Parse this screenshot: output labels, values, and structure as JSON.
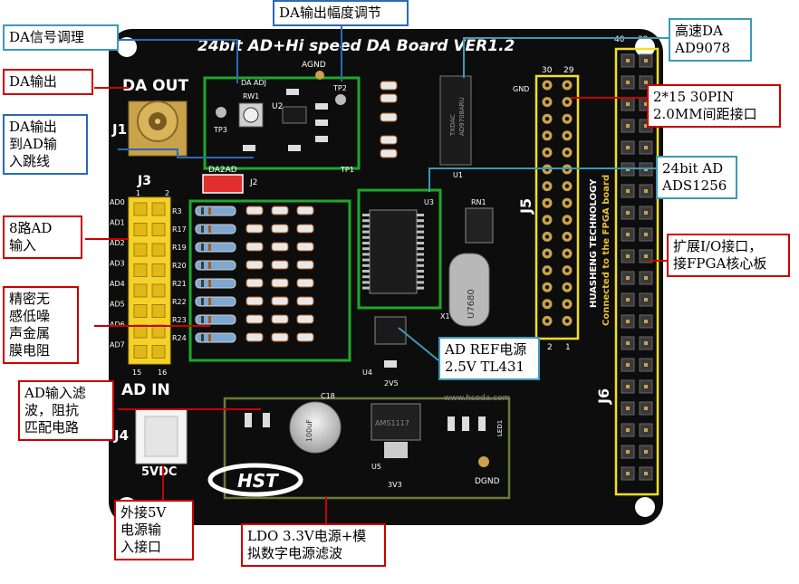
{
  "board": {
    "title": "24bit AD+Hi speed DA Board VER1.2",
    "silkscreen": {
      "da_out": "DA OUT",
      "ad_in": "AD IN",
      "j1": "J1",
      "j2": "J2",
      "j3": "J3",
      "j4": "J4",
      "j5": "J5",
      "j6": "J6",
      "vdc": "5VDC",
      "agnd": "AGND",
      "dgnd": "DGND",
      "gnd": "GND",
      "da2ad": "DA2AD",
      "da_adj": "DA ADJ",
      "rw1": "RW1",
      "tp1": "TP1",
      "tp2": "TP2",
      "tp3": "TP3",
      "u1": "U1",
      "u2": "U2",
      "u3": "U3",
      "u4": "U4",
      "u5": "U5",
      "rn1": "RN1",
      "x1": "X1",
      "v2v5": "2V5",
      "v3v3": "3V3",
      "c18": "C18",
      "chip_u1": "TXDAC",
      "chip_u1b": "AD9708ARU",
      "chip_u4": "AMS1117",
      "crystal": "U7680",
      "cap_value": "100uF",
      "pin40": "40",
      "pin39": "39",
      "pin30": "30",
      "pin29": "29",
      "pin2": "2",
      "pin1": "1",
      "pin15": "15",
      "pin16": "16",
      "j3pin1": "1",
      "j3pin2": "2",
      "vendor": "HUASHENG TECHNOLOGY",
      "vendor2": "Connected to the FPGA board",
      "url": "www.hsoda.com",
      "logo": "HST",
      "led": "LED1",
      "ad_labels": [
        "AD0",
        "AD1",
        "AD2",
        "AD3",
        "AD4",
        "AD5",
        "AD6",
        "AD7"
      ],
      "r_labels": [
        "R3",
        "R17",
        "R19",
        "R20",
        "R21",
        "R22",
        "R23",
        "R24"
      ]
    }
  },
  "callouts": {
    "da_amp": "DA输出幅度调节",
    "da_signal": "DA信号调理",
    "da_out": "DA输出",
    "da_jumper": [
      "DA输出",
      "到AD输",
      "入跳线"
    ],
    "ad_8ch": [
      "8路AD",
      "输入"
    ],
    "resistor": [
      "精密无",
      "感低噪",
      "声金属",
      "膜电阻"
    ],
    "ad_filter": [
      "AD输入滤",
      "波，阻抗",
      "匹配电路"
    ],
    "ext_power": [
      "外接5V",
      "电源输",
      "入接口"
    ],
    "hs_da": [
      "高速DA",
      "AD9078"
    ],
    "pin_2x15": [
      "2*15 30PIN",
      "2.0MM间距接口"
    ],
    "ad_24bit": [
      "24bit AD",
      "ADS1256"
    ],
    "io_ext": [
      "扩展I/O接口，",
      "接FPGA核心板"
    ],
    "ad_ref": [
      "AD REF电源",
      "2.5V TL431"
    ],
    "ldo": [
      "LDO 3.3V电源+模",
      "拟数字电源滤波"
    ]
  },
  "colors": {
    "pcb": "#0d0d0d",
    "border_red": "#cc0000",
    "border_blue": "#2a6ab8",
    "border_teal": "#3a9ab8",
    "box_green": "#1fa82a",
    "box_yellow": "#f0e020",
    "box_olive": "#6a7a3a",
    "header_yellow": "#f5d22a",
    "gold": "#c9a24a"
  }
}
